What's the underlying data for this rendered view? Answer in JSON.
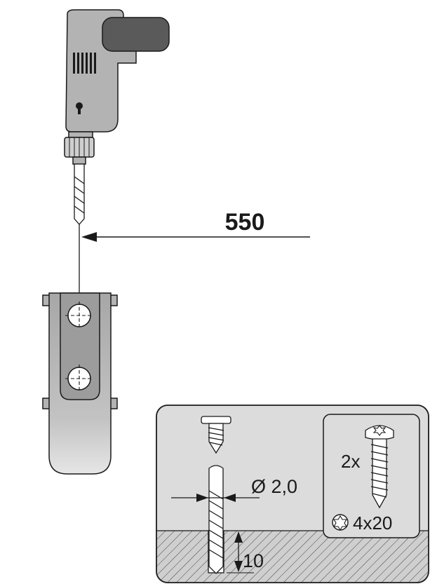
{
  "dimensions": {
    "distance": "550",
    "drill_diameter": "Ø 2,0",
    "drill_depth": "10"
  },
  "screw": {
    "quantity": "2x",
    "size": "4x20"
  },
  "icons": {
    "drill": "power-drill-icon",
    "bit": "drill-bit-icon",
    "bracket": "mounting-bracket-icon",
    "screw": "screw-icon",
    "torx": "torx-drive-icon"
  },
  "colors": {
    "line": "#1a1a1a",
    "body_gray": "#b3b3b3",
    "grip_dark": "#5a5a5a",
    "panel_gray": "#dcdcdc",
    "hatch_area": "#cfcfcf"
  }
}
